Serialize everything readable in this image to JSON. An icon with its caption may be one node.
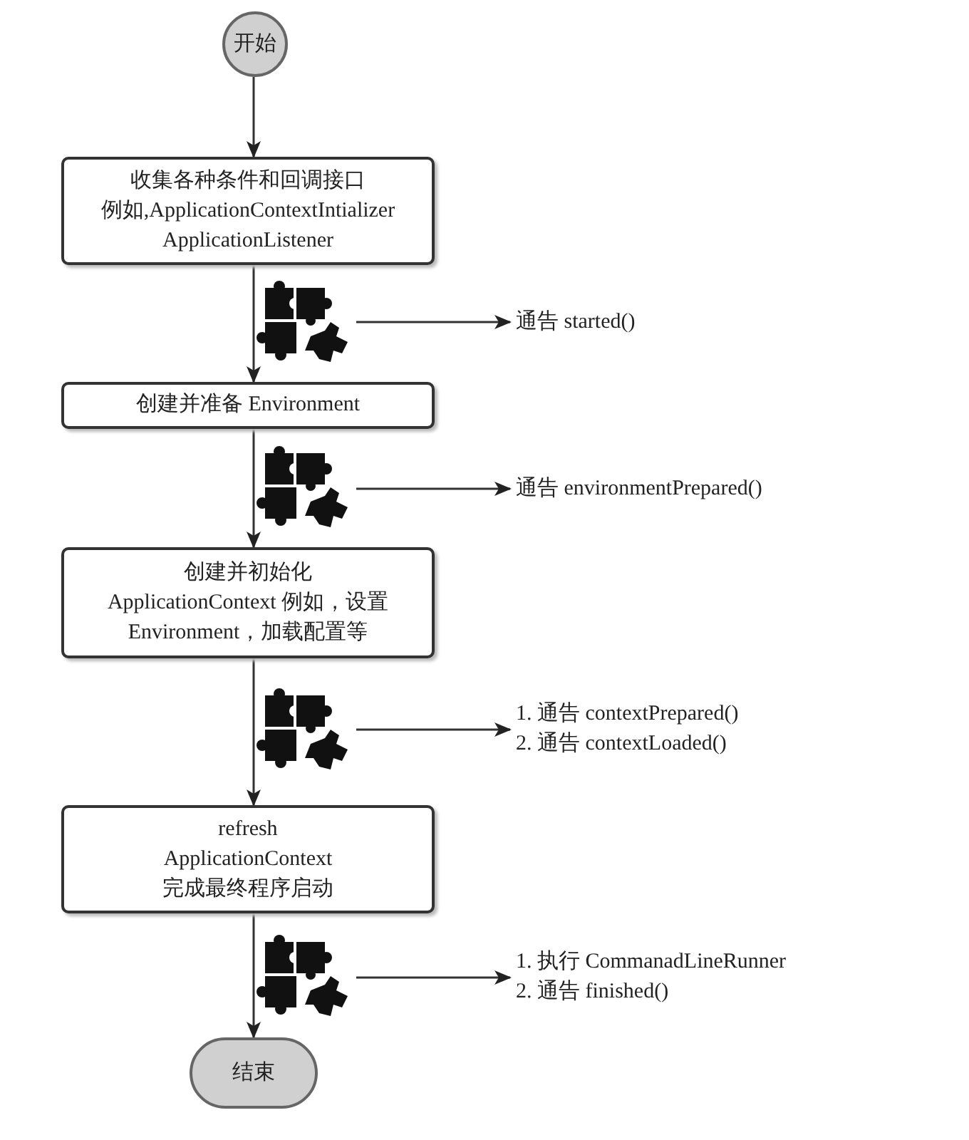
{
  "diagram": {
    "nodes": [
      {
        "text": [
          "开始"
        ]
      },
      {
        "text": [
          "收集各种条件和回调接口",
          "例如,ApplicationContextIntializer",
          "ApplicationListener"
        ]
      },
      {
        "text": [],
        "shape": "picture"
      },
      {
        "text": [
          "通告 started()"
        ]
      },
      {
        "text": [
          "创建并准备 Environment"
        ]
      },
      {
        "text": [],
        "shape": "picture"
      },
      {
        "text": [
          "通告 environmentPrepared()"
        ]
      },
      {
        "text": [
          "创建并初始化",
          "ApplicationContext 例如，设置",
          "Environment，加载配置等"
        ]
      },
      {
        "text": [],
        "shape": "picture"
      },
      {
        "text": [
          "1. 通告 contextPrepared()",
          "2. 通告 contextLoaded()"
        ]
      },
      {
        "text": [
          "refresh",
          "ApplicationContext",
          "完成最终程序启动"
        ]
      },
      {
        "text": [],
        "shape": "picture"
      },
      {
        "text": [
          "1. 执行 CommanadLineRunner",
          "2. 通告 finished()"
        ]
      },
      {
        "text": [
          "结束"
        ]
      }
    ],
    "edges": [
      {
        "from": 0,
        "to": 1,
        "arrow": "to"
      },
      {
        "from": 1,
        "to": 4,
        "arrow": "to"
      },
      {
        "from": 4,
        "to": 7,
        "arrow": "to"
      },
      {
        "from": 7,
        "to": 10,
        "arrow": "to"
      },
      {
        "from": 10,
        "to": 13,
        "arrow": "to"
      },
      {
        "from": 2,
        "to": 3,
        "arrow": "to"
      },
      {
        "from": 5,
        "to": 6,
        "arrow": "to"
      },
      {
        "from": 8,
        "to": 9,
        "arrow": "to"
      },
      {
        "from": 11,
        "to": 12,
        "arrow": "to"
      }
    ]
  }
}
